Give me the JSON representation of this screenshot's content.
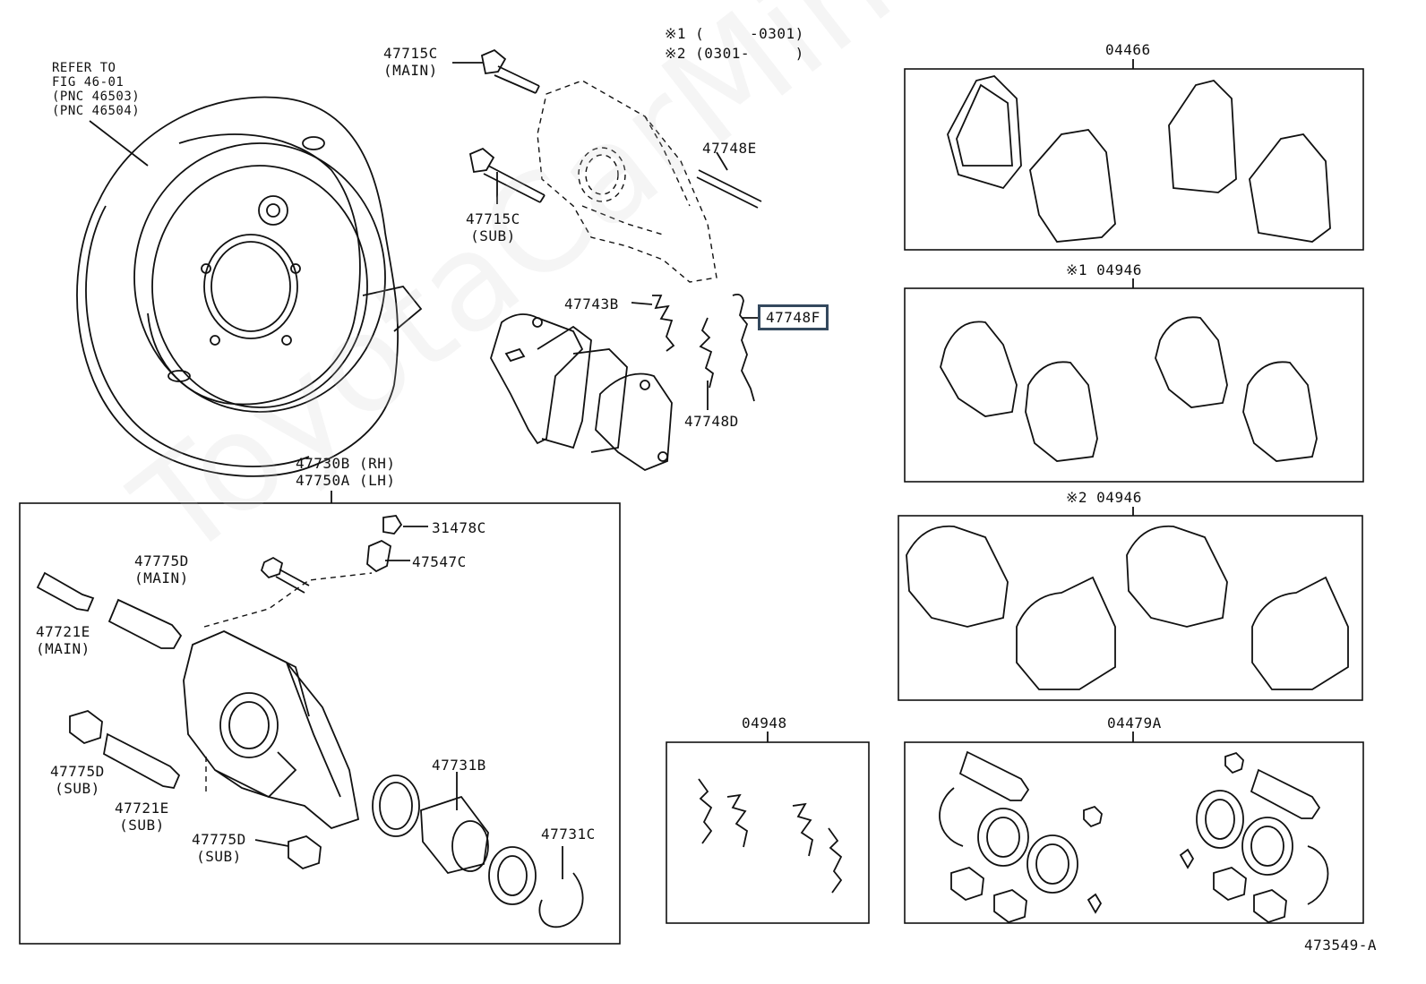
{
  "watermark": "ToyotaCarMine.ru",
  "note": {
    "line1": "※1 (     -0301)",
    "line2": "※2 (0301-     )"
  },
  "labels": {
    "refer": "REFER TO\nFIG 46-01\n(PNC 46503)\n(PNC 46504)",
    "p47715C_main": "47715C\n(MAIN)",
    "p47715C_sub": "47715C\n(SUB)",
    "p47748E": "47748E",
    "p47743B": "47743B",
    "p47748F": "47748F",
    "p47748D": "47748D",
    "p47730B": "47730B (RH)\n47750A (LH)",
    "p31478C": "31478C",
    "p47547C": "47547C",
    "p47775D_main": "47775D\n(MAIN)",
    "p47721E_main": "47721E\n(MAIN)",
    "p47775D_sub1": "47775D\n(SUB)",
    "p47721E_sub": "47721E\n(SUB)",
    "p47775D_sub2": "47775D\n(SUB)",
    "p47731B": "47731B",
    "p47731C": "47731C",
    "p04466": "04466",
    "p04946_1": "※1 04946",
    "p04946_2": "※2 04946",
    "p04948": "04948",
    "p04479A": "04479A",
    "figure_id": "473549-A"
  }
}
